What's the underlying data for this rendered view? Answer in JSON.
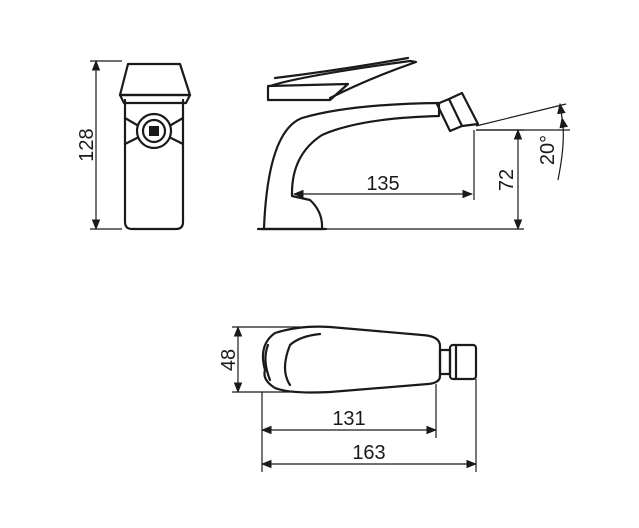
{
  "dimensions": {
    "height_total": "128",
    "spout_reach": "135",
    "nozzle_height": "72",
    "nozzle_angle": "20°",
    "body_width": "48",
    "base_to_nozzle": "131",
    "overall_length": "163"
  }
}
